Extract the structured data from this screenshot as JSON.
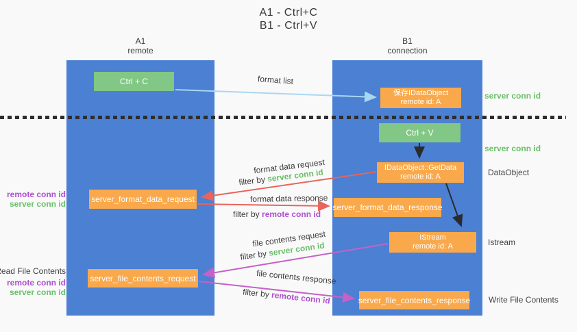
{
  "title": {
    "line1": "A1 - Ctrl+C",
    "line2": "B1 - Ctrl+V"
  },
  "lanes": {
    "a": {
      "name": "A1",
      "role": "remote"
    },
    "b": {
      "name": "B1",
      "role": "connection"
    }
  },
  "nodes": {
    "ctrl_c": {
      "label": "Ctrl + C"
    },
    "ctrl_v": {
      "label": "Ctrl + V"
    },
    "save_idataobject": {
      "line1": "保存IDataObject",
      "line2": "remote id: A"
    },
    "idataobject_getdata": {
      "line1": "IDataObject::GetData",
      "line2": "remote id: A"
    },
    "istream": {
      "line1": "IStream",
      "line2": "remote id: A"
    },
    "server_format_data_request": {
      "label": "server_format_data_request"
    },
    "server_format_data_response": {
      "label": "server_format_data_response"
    },
    "server_file_contents_request": {
      "label": "server_file_contents_request"
    },
    "server_file_contents_response": {
      "label": "server_file_contents_response"
    }
  },
  "annotations": {
    "server_conn_id": "server conn id",
    "remote_conn_id": "remote conn id",
    "data_object": "DataObject",
    "istream": "Istream",
    "read_file_contents": "Read File Contents",
    "write_file_contents": "Write File Contents"
  },
  "flows": {
    "format_list": "format list",
    "format_data_request": "format data request",
    "format_data_response": "format data response",
    "file_contents_request": "file contents request",
    "file_contents_response": "file contents response",
    "filter_by": "filter by"
  },
  "colors": {
    "lane_blue": "#4b80d3",
    "node_green": "#82c785",
    "node_orange": "#f9a94c",
    "arrow_light_blue": "#a9d7f2",
    "arrow_red": "#e8645c",
    "arrow_magenta": "#c561c8",
    "arrow_black": "#2b2b2b",
    "label_green": "#6abf69",
    "label_purple": "#ad4fd1",
    "text_dark": "#3c3c3c"
  }
}
